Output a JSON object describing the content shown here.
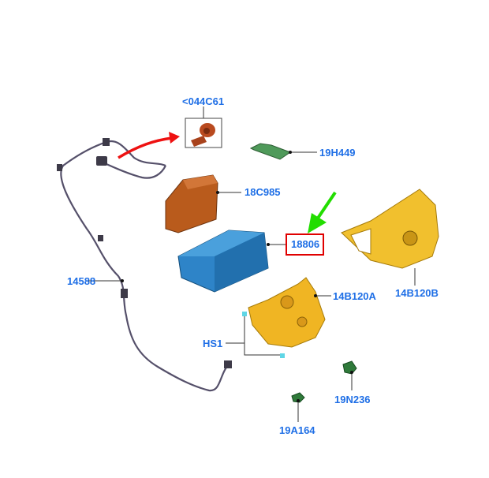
{
  "diagram": {
    "highlighted_part": "18806",
    "colors": {
      "label": "#1f6fe6",
      "highlight_box": "#e00000",
      "pointer_green": "#22dd00",
      "pointer_red": "#ee1111"
    },
    "parts": [
      {
        "id": "p044c61",
        "label": "<044C61"
      },
      {
        "id": "p19h449",
        "label": "19H449"
      },
      {
        "id": "p18c985",
        "label": "18C985"
      },
      {
        "id": "p18806",
        "label": "18806"
      },
      {
        "id": "p14b120b",
        "label": "14B120B"
      },
      {
        "id": "p14b120a",
        "label": "14B120A"
      },
      {
        "id": "p14588",
        "label": "14588"
      },
      {
        "id": "phs1",
        "label": "HS1"
      },
      {
        "id": "p19n236",
        "label": "19N236"
      },
      {
        "id": "p19a164",
        "label": "19A164"
      }
    ]
  }
}
